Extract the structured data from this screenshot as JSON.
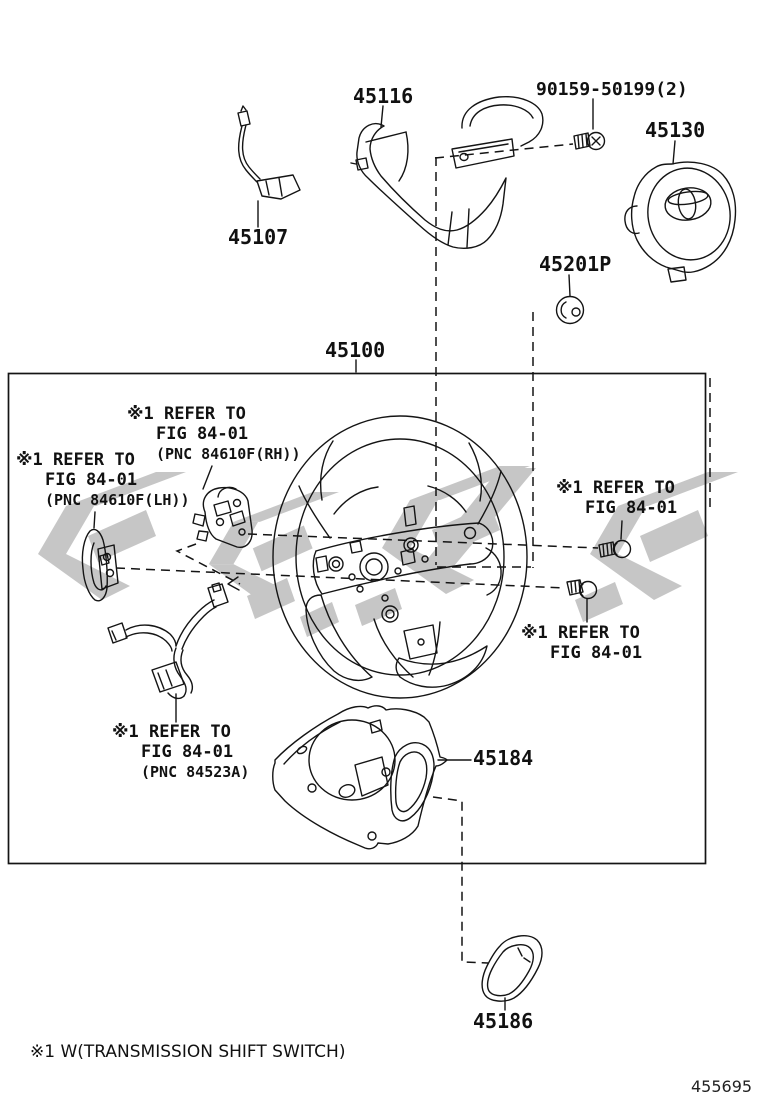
{
  "parts": {
    "p45100": "45100",
    "p45107": "45107",
    "p45116": "45116",
    "p45130": "45130",
    "p45184": "45184",
    "p45186": "45186",
    "p45201p": "45201P",
    "p90159": "90159-50199(2)"
  },
  "notes": {
    "switch_rh": {
      "line1": "※1 REFER TO",
      "line2": "FIG 84-01",
      "line3": "(PNC 84610F(RH))"
    },
    "switch_lh": {
      "line1": "※1 REFER TO",
      "line2": "FIG 84-01",
      "line3": "(PNC 84610F(LH))"
    },
    "screw_upper": {
      "line1": "※1 REFER TO",
      "line2": "FIG 84-01"
    },
    "screw_lower": {
      "line1": "※1 REFER TO",
      "line2": "FIG 84-01"
    },
    "harness": {
      "line1": "※1 REFER TO",
      "line2": "FIG 84-01",
      "line3": "(PNC 84523A)"
    }
  },
  "footnote": "※1 W(TRANSMISSION SHIFT SWITCH)",
  "figure_code": "455695",
  "colors": {
    "line": "#141414",
    "watermark": "#c6c6c6",
    "background": "#ffffff"
  }
}
